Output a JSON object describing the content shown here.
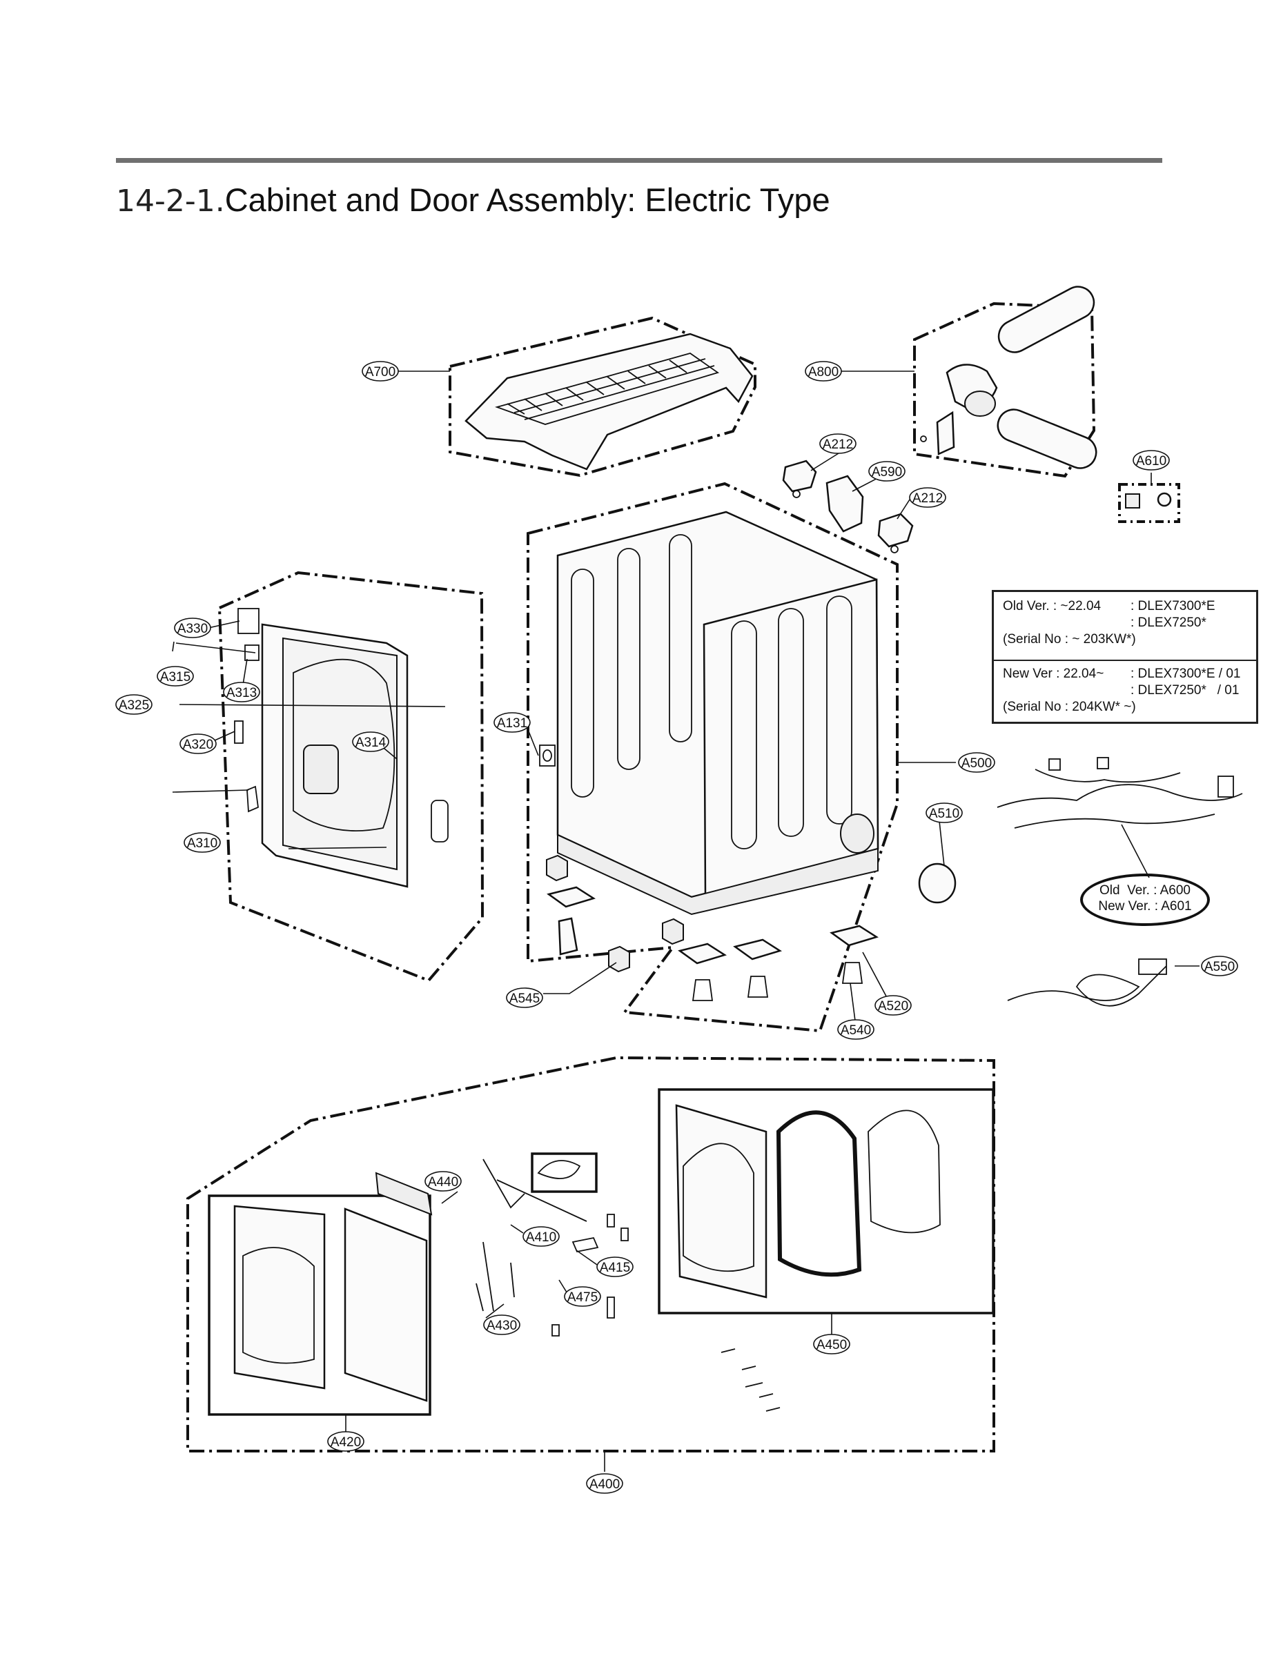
{
  "title": {
    "number": "14-2-1.",
    "text": "Cabinet and Door Assembly: Electric Type"
  },
  "version_note": {
    "old": {
      "label": "Old Ver. : ~22.04",
      "models": [
        ": DLEX7300*E",
        ": DLEX7250*"
      ],
      "serial": "(Serial No : ~ 203KW*)"
    },
    "new": {
      "label": "New Ver : 22.04~",
      "models": [
        ": DLEX7300*E / 01",
        ": DLEX7250*   / 01"
      ],
      "serial": "(Serial No : 204KW* ~)"
    }
  },
  "harness_tag": {
    "old": "Old  Ver. : A600",
    "new": "New Ver. : A601"
  },
  "callouts": {
    "A700": "A700",
    "A800": "A800",
    "A212": "A212",
    "A590": "A590",
    "A610": "A610",
    "A330": "A330",
    "A315": "A315",
    "A313": "A313",
    "A325": "A325",
    "A320": "A320",
    "A314": "A314",
    "A310": "A310",
    "A131": "A131",
    "A500": "A500",
    "A510": "A510",
    "A545": "A545",
    "A520": "A520",
    "A540": "A540",
    "A550": "A550",
    "A440": "A440",
    "A410": "A410",
    "A415": "A415",
    "A475": "A475",
    "A430": "A430",
    "A420": "A420",
    "A450": "A450",
    "A400": "A400"
  },
  "colors": {
    "rule": "#707070",
    "ink": "#111111"
  }
}
